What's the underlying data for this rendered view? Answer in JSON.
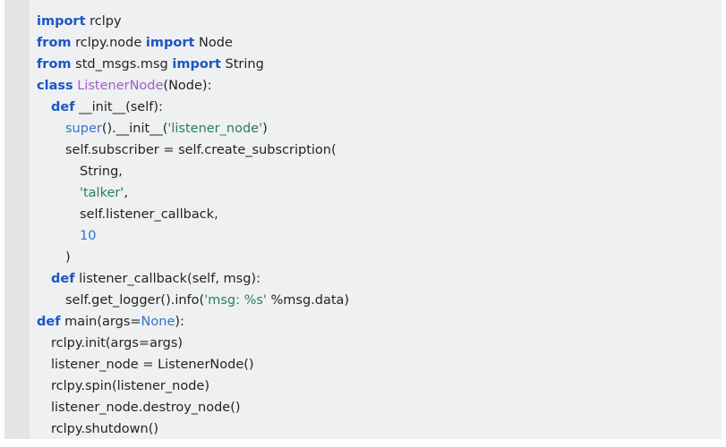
{
  "document": {
    "kind": "code-block",
    "language": "python",
    "background_color": "#eff0f2",
    "gutter_color": "#e3e4e6",
    "page_background": "#ffffff"
  },
  "theme": {
    "keyword_color": "#1b56c4",
    "builtin_color": "#3272c8",
    "constant_color": "#3272c8",
    "class_color": "#a05cd0",
    "string_color": "#26815a",
    "number_color": "#3272c8",
    "text_color": "#222325"
  },
  "code": {
    "lines": [
      {
        "indent": 0,
        "tokens": [
          {
            "t": "import",
            "c": "kw"
          },
          {
            "t": " rclpy",
            "c": "plain"
          }
        ]
      },
      {
        "indent": 0,
        "tokens": [
          {
            "t": "from",
            "c": "kw"
          },
          {
            "t": " rclpy.node ",
            "c": "plain"
          },
          {
            "t": "import",
            "c": "kw"
          },
          {
            "t": " Node",
            "c": "plain"
          }
        ]
      },
      {
        "indent": 0,
        "tokens": [
          {
            "t": "from",
            "c": "kw"
          },
          {
            "t": " std_msgs.msg ",
            "c": "plain"
          },
          {
            "t": "import",
            "c": "kw"
          },
          {
            "t": " String",
            "c": "plain"
          }
        ]
      },
      {
        "indent": 0,
        "tokens": [
          {
            "t": "class",
            "c": "kw"
          },
          {
            "t": " ",
            "c": "plain"
          },
          {
            "t": "ListenerNode",
            "c": "class"
          },
          {
            "t": "(Node):",
            "c": "plain"
          }
        ]
      },
      {
        "indent": 1,
        "tokens": [
          {
            "t": "def",
            "c": "kw"
          },
          {
            "t": " __init__(self):",
            "c": "plain"
          }
        ]
      },
      {
        "indent": 2,
        "tokens": [
          {
            "t": "super",
            "c": "builtin"
          },
          {
            "t": "().__init__(",
            "c": "plain"
          },
          {
            "t": "'listener_node'",
            "c": "str"
          },
          {
            "t": ")",
            "c": "plain"
          }
        ]
      },
      {
        "indent": 2,
        "tokens": [
          {
            "t": "self.subscriber = self.create_subscription(",
            "c": "plain"
          }
        ]
      },
      {
        "indent": 3,
        "tokens": [
          {
            "t": "String,",
            "c": "plain"
          }
        ]
      },
      {
        "indent": 3,
        "tokens": [
          {
            "t": "'talker'",
            "c": "str"
          },
          {
            "t": ",",
            "c": "plain"
          }
        ]
      },
      {
        "indent": 3,
        "tokens": [
          {
            "t": "self.listener_callback,",
            "c": "plain"
          }
        ]
      },
      {
        "indent": 3,
        "tokens": [
          {
            "t": "10",
            "c": "num"
          }
        ]
      },
      {
        "indent": 2,
        "tokens": [
          {
            "t": ")",
            "c": "plain"
          }
        ]
      },
      {
        "indent": 1,
        "tokens": [
          {
            "t": "def",
            "c": "kw"
          },
          {
            "t": " listener_callback(self, msg):",
            "c": "plain"
          }
        ]
      },
      {
        "indent": 2,
        "tokens": [
          {
            "t": "self.get_logger().info(",
            "c": "plain"
          },
          {
            "t": "'msg: %s'",
            "c": "str"
          },
          {
            "t": " %msg.data)",
            "c": "plain"
          }
        ]
      },
      {
        "indent": 0,
        "tokens": [
          {
            "t": "def",
            "c": "kw"
          },
          {
            "t": " main(args=",
            "c": "plain"
          },
          {
            "t": "None",
            "c": "const"
          },
          {
            "t": "):",
            "c": "plain"
          }
        ]
      },
      {
        "indent": 1,
        "tokens": [
          {
            "t": "rclpy.init(args=args)",
            "c": "plain"
          }
        ]
      },
      {
        "indent": 1,
        "tokens": [
          {
            "t": "listener_node = ListenerNode()",
            "c": "plain"
          }
        ]
      },
      {
        "indent": 1,
        "tokens": [
          {
            "t": "rclpy.spin(listener_node)",
            "c": "plain"
          }
        ]
      },
      {
        "indent": 1,
        "tokens": [
          {
            "t": "listener_node.destroy_node()",
            "c": "plain"
          }
        ]
      },
      {
        "indent": 1,
        "tokens": [
          {
            "t": "rclpy.shutdown()",
            "c": "plain"
          }
        ]
      }
    ]
  }
}
